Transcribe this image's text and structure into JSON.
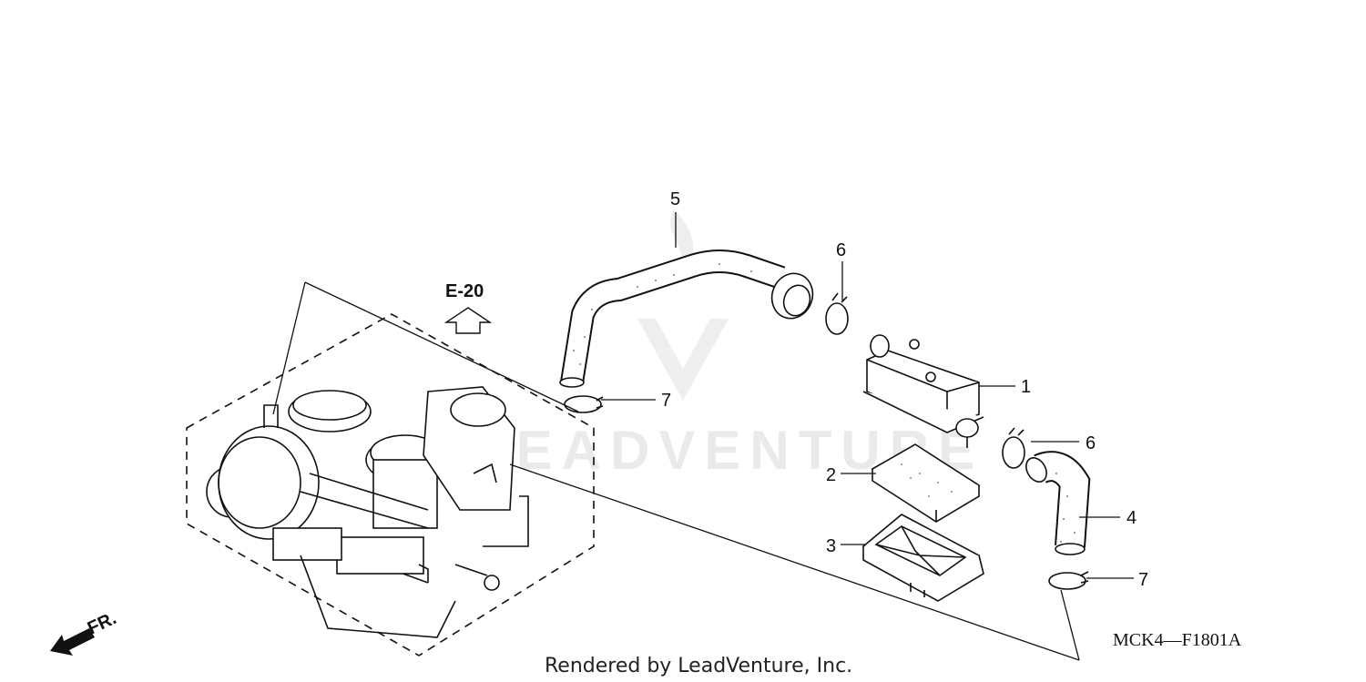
{
  "diagram": {
    "reference": "E-20",
    "front_label": "FR.",
    "part_code": "MCK4—F1801A",
    "footer": "Rendered by LeadVenture, Inc.",
    "watermark": "LEADVENTURE",
    "callouts": [
      {
        "id": "c1",
        "number": "1"
      },
      {
        "id": "c2",
        "number": "2"
      },
      {
        "id": "c3",
        "number": "3"
      },
      {
        "id": "c4",
        "number": "4"
      },
      {
        "id": "c5",
        "number": "5"
      },
      {
        "id": "c6a",
        "number": "6"
      },
      {
        "id": "c6b",
        "number": "6"
      },
      {
        "id": "c7a",
        "number": "7"
      },
      {
        "id": "c7b",
        "number": "7"
      }
    ]
  }
}
